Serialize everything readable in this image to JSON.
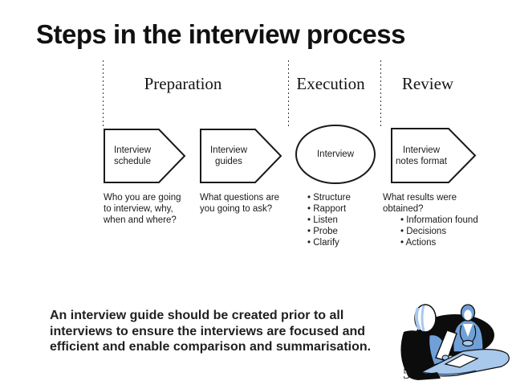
{
  "slide": {
    "title": "Steps in the interview process",
    "page_number": "5"
  },
  "phases": [
    {
      "label": "Preparation"
    },
    {
      "label": "Execution"
    },
    {
      "label": "Review"
    }
  ],
  "steps": [
    {
      "shape": "pentagon-arrow",
      "label_lines": [
        "Interview",
        "schedule"
      ],
      "note_lines": [
        "Who you are going",
        "to interview, why,",
        "when and where?"
      ]
    },
    {
      "shape": "pentagon-arrow",
      "label_lines": [
        "Interview",
        "guides"
      ],
      "note_lines": [
        "What questions are",
        "you going to ask?"
      ]
    },
    {
      "shape": "ellipse",
      "label_lines": [
        "Interview"
      ],
      "note_lines": [
        "• Structure",
        "• Rapport",
        "• Listen",
        "• Probe",
        "• Clarify"
      ]
    },
    {
      "shape": "pentagon-arrow",
      "label_lines": [
        "Interview",
        "notes format"
      ],
      "note_lines": [
        "What results were",
        "obtained?"
      ],
      "sub_note_lines": [
        "• Information found",
        "• Decisions",
        "• Actions"
      ]
    }
  ],
  "footnote_lines": [
    "An interview guide should be created prior to all",
    "interviews to ensure the interviews are focused and",
    "efficient and enable comparison and summarisation."
  ],
  "illustration": {
    "name": "interview-meeting-clipart"
  },
  "colors": {
    "background": "#ffffff",
    "text": "#1a1a1a",
    "shape_stroke": "#1a1a1a",
    "clipart_blue": "#6fa0d8",
    "clipart_light_blue": "#a8c8ec",
    "clipart_dark": "#0c0c0c"
  }
}
